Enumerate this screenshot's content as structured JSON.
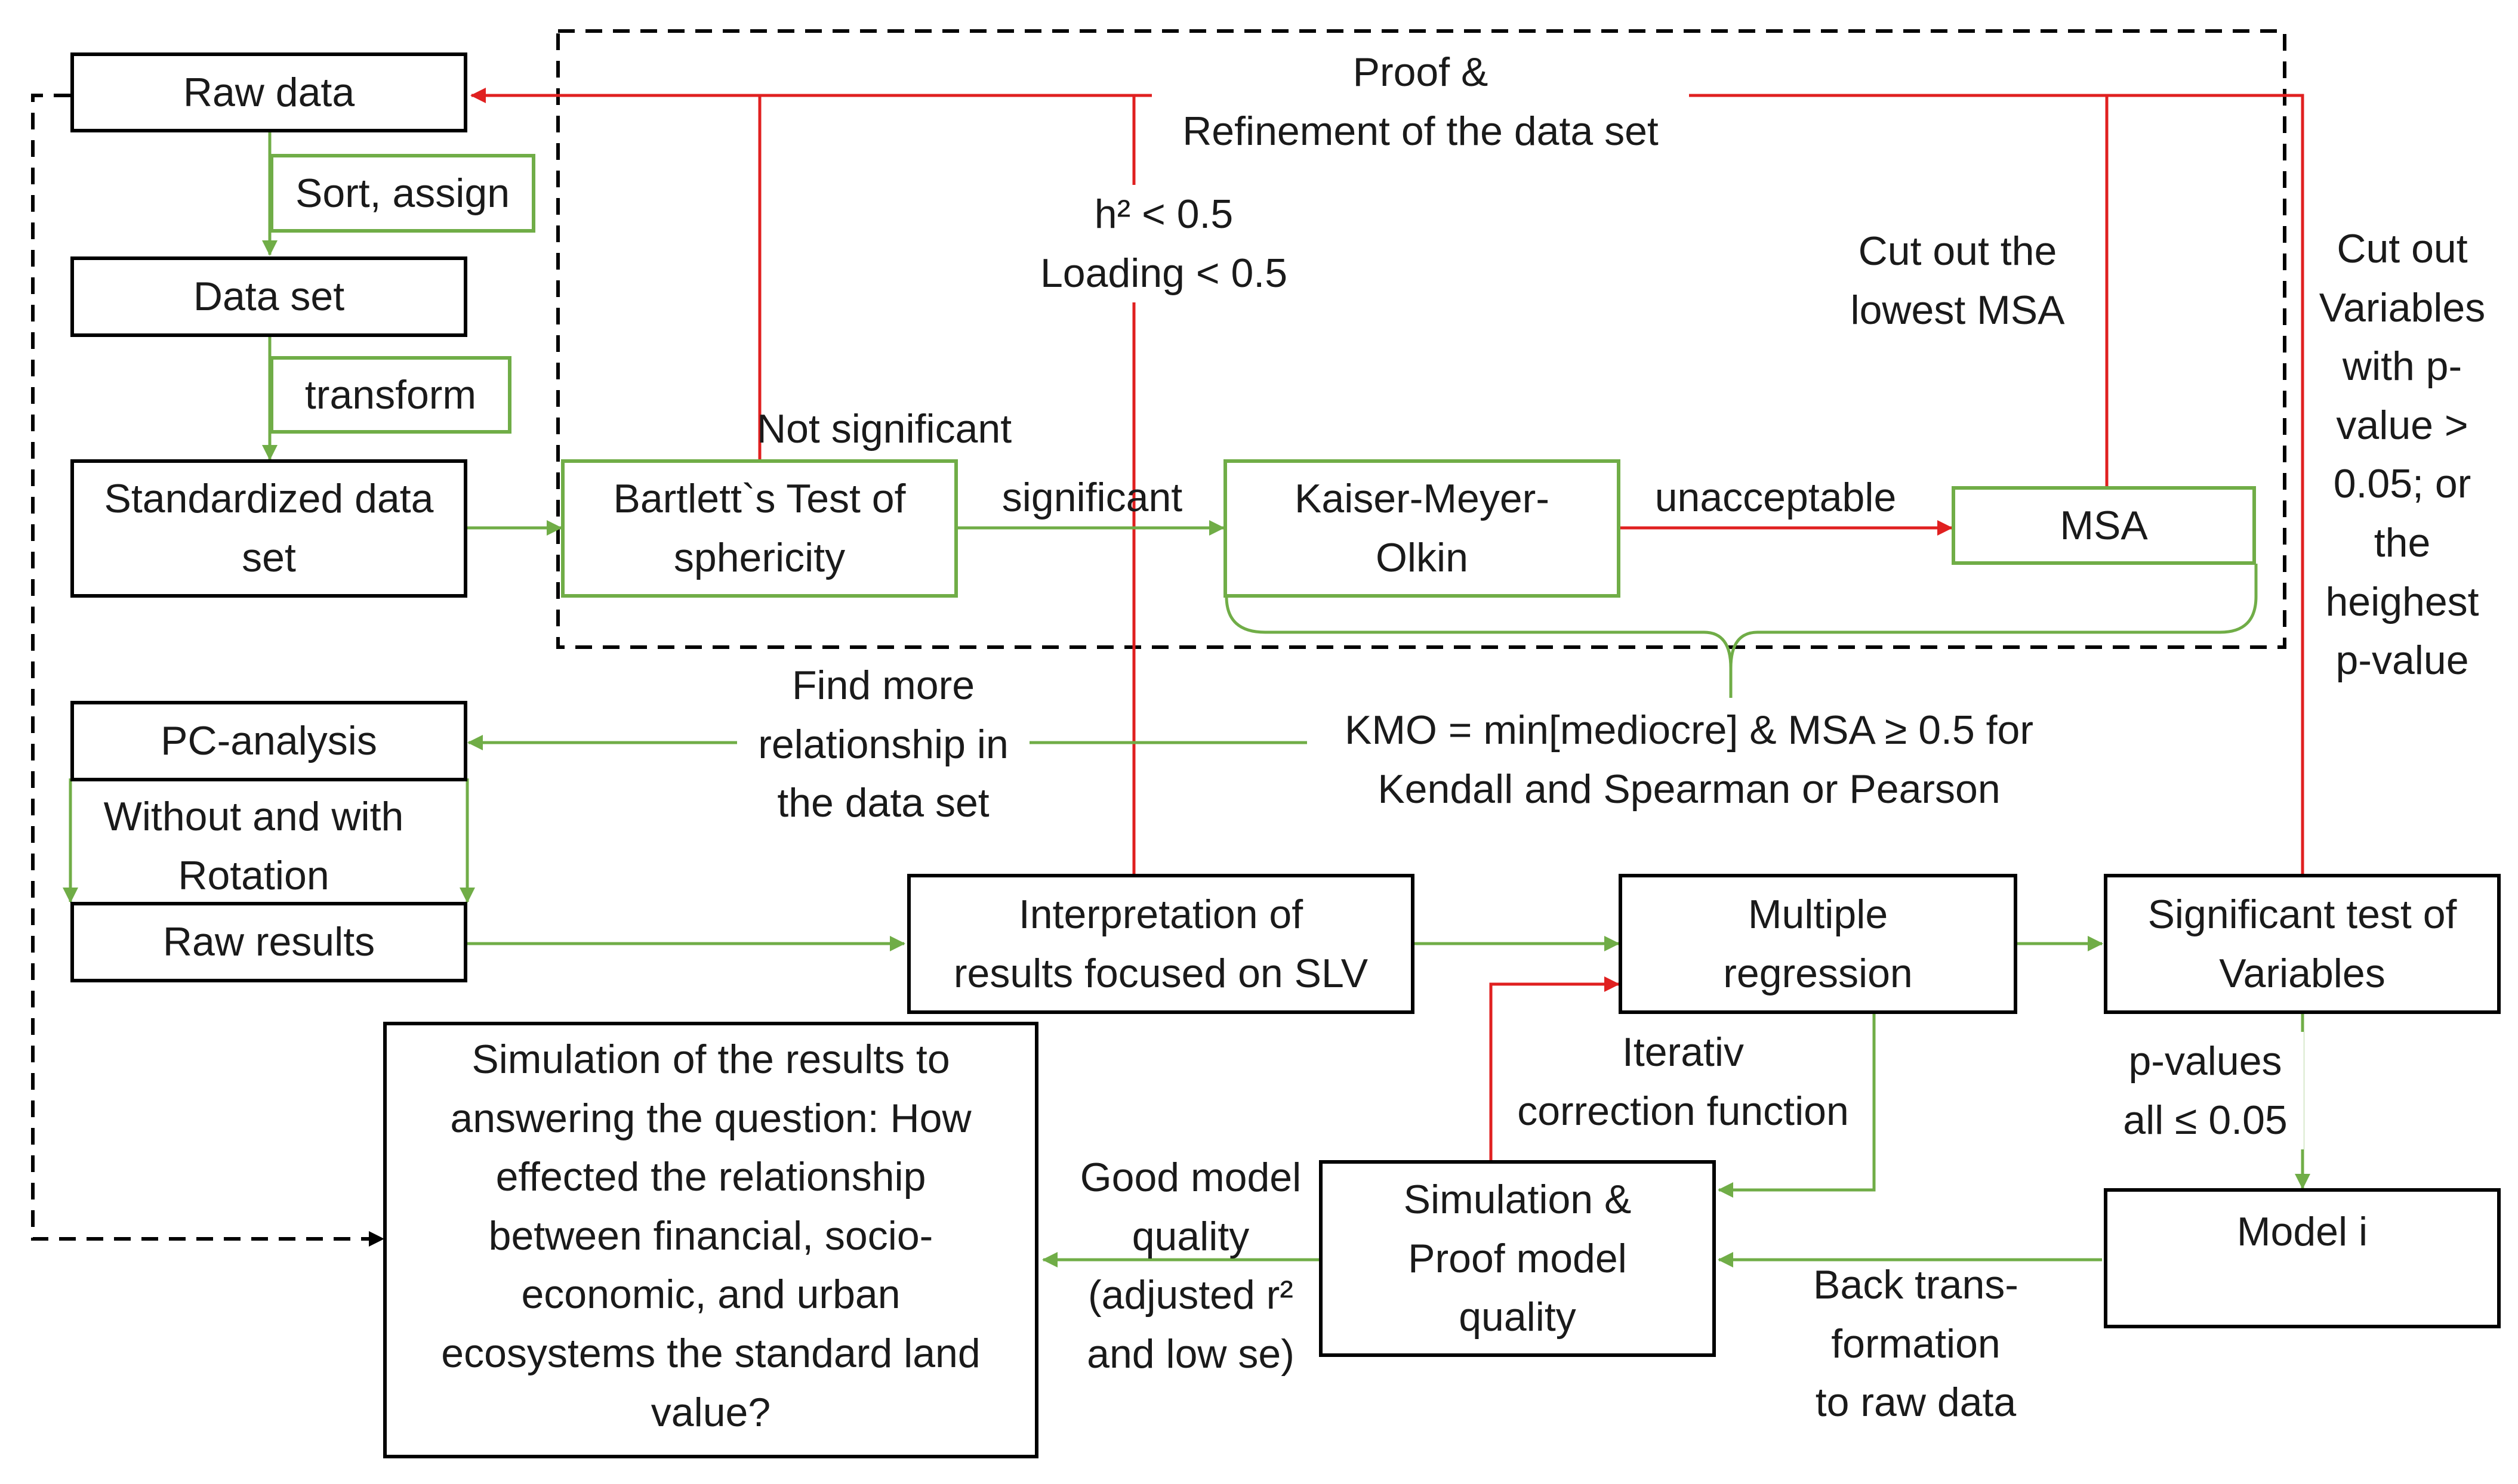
{
  "colors": {
    "black": "#000000",
    "green": "#70ad47",
    "red": "#e02020"
  },
  "boxes": {
    "raw_data": "Raw data",
    "sort_assign": "Sort, assign",
    "data_set": "Data set",
    "transform": "transform",
    "standardized": "Standardized data\nset",
    "bartlett": "Bartlett`s Test of\nsphericity",
    "kmo": "Kaiser-Meyer-\nOlkin",
    "msa": "MSA",
    "pc_analysis": "PC-analysis",
    "raw_results": "Raw results",
    "interpretation": "Interpretation of\nresults focused on SLV",
    "multiple_regression": "Multiple\nregression",
    "significant_test": "Significant test of\nVariables",
    "model_i": "Model i",
    "simulation_proof": "Simulation &\nProof model\nquality",
    "simulation_results": "Simulation of the results to\nanswering the question: How\neffected the relationship\nbetween financial, socio-\neconomic, and urban\necosystems the standard land\nvalue?"
  },
  "labels": {
    "proof_refinement": "Proof &\nRefinement of the data set",
    "h2_loading": "h² < 0.5\nLoading < 0.5",
    "cut_lowest_msa": "Cut out the\nlowest MSA",
    "cut_variables": "Cut out\nVariables\nwith p-\nvalue >\n0.05; or\nthe\nheighest\np-value",
    "not_significant": "Not significant",
    "significant": "significant",
    "unacceptable": "unacceptable",
    "find_more": "Find more\nrelationship in\nthe data set",
    "kmo_condition": "KMO = min[mediocre] & MSA ≥ 0.5 for\nKendall and Spearman or Pearson",
    "without_with_rotation": "Without and with\nRotation",
    "p_values": "p-values\nall ≤ 0.05",
    "iterativ": "Iterativ\ncorrection function",
    "good_model": "Good model\nquality\n(adjusted r²\nand low se)",
    "back_transformation": "Back trans-\nformation\nto raw data"
  }
}
